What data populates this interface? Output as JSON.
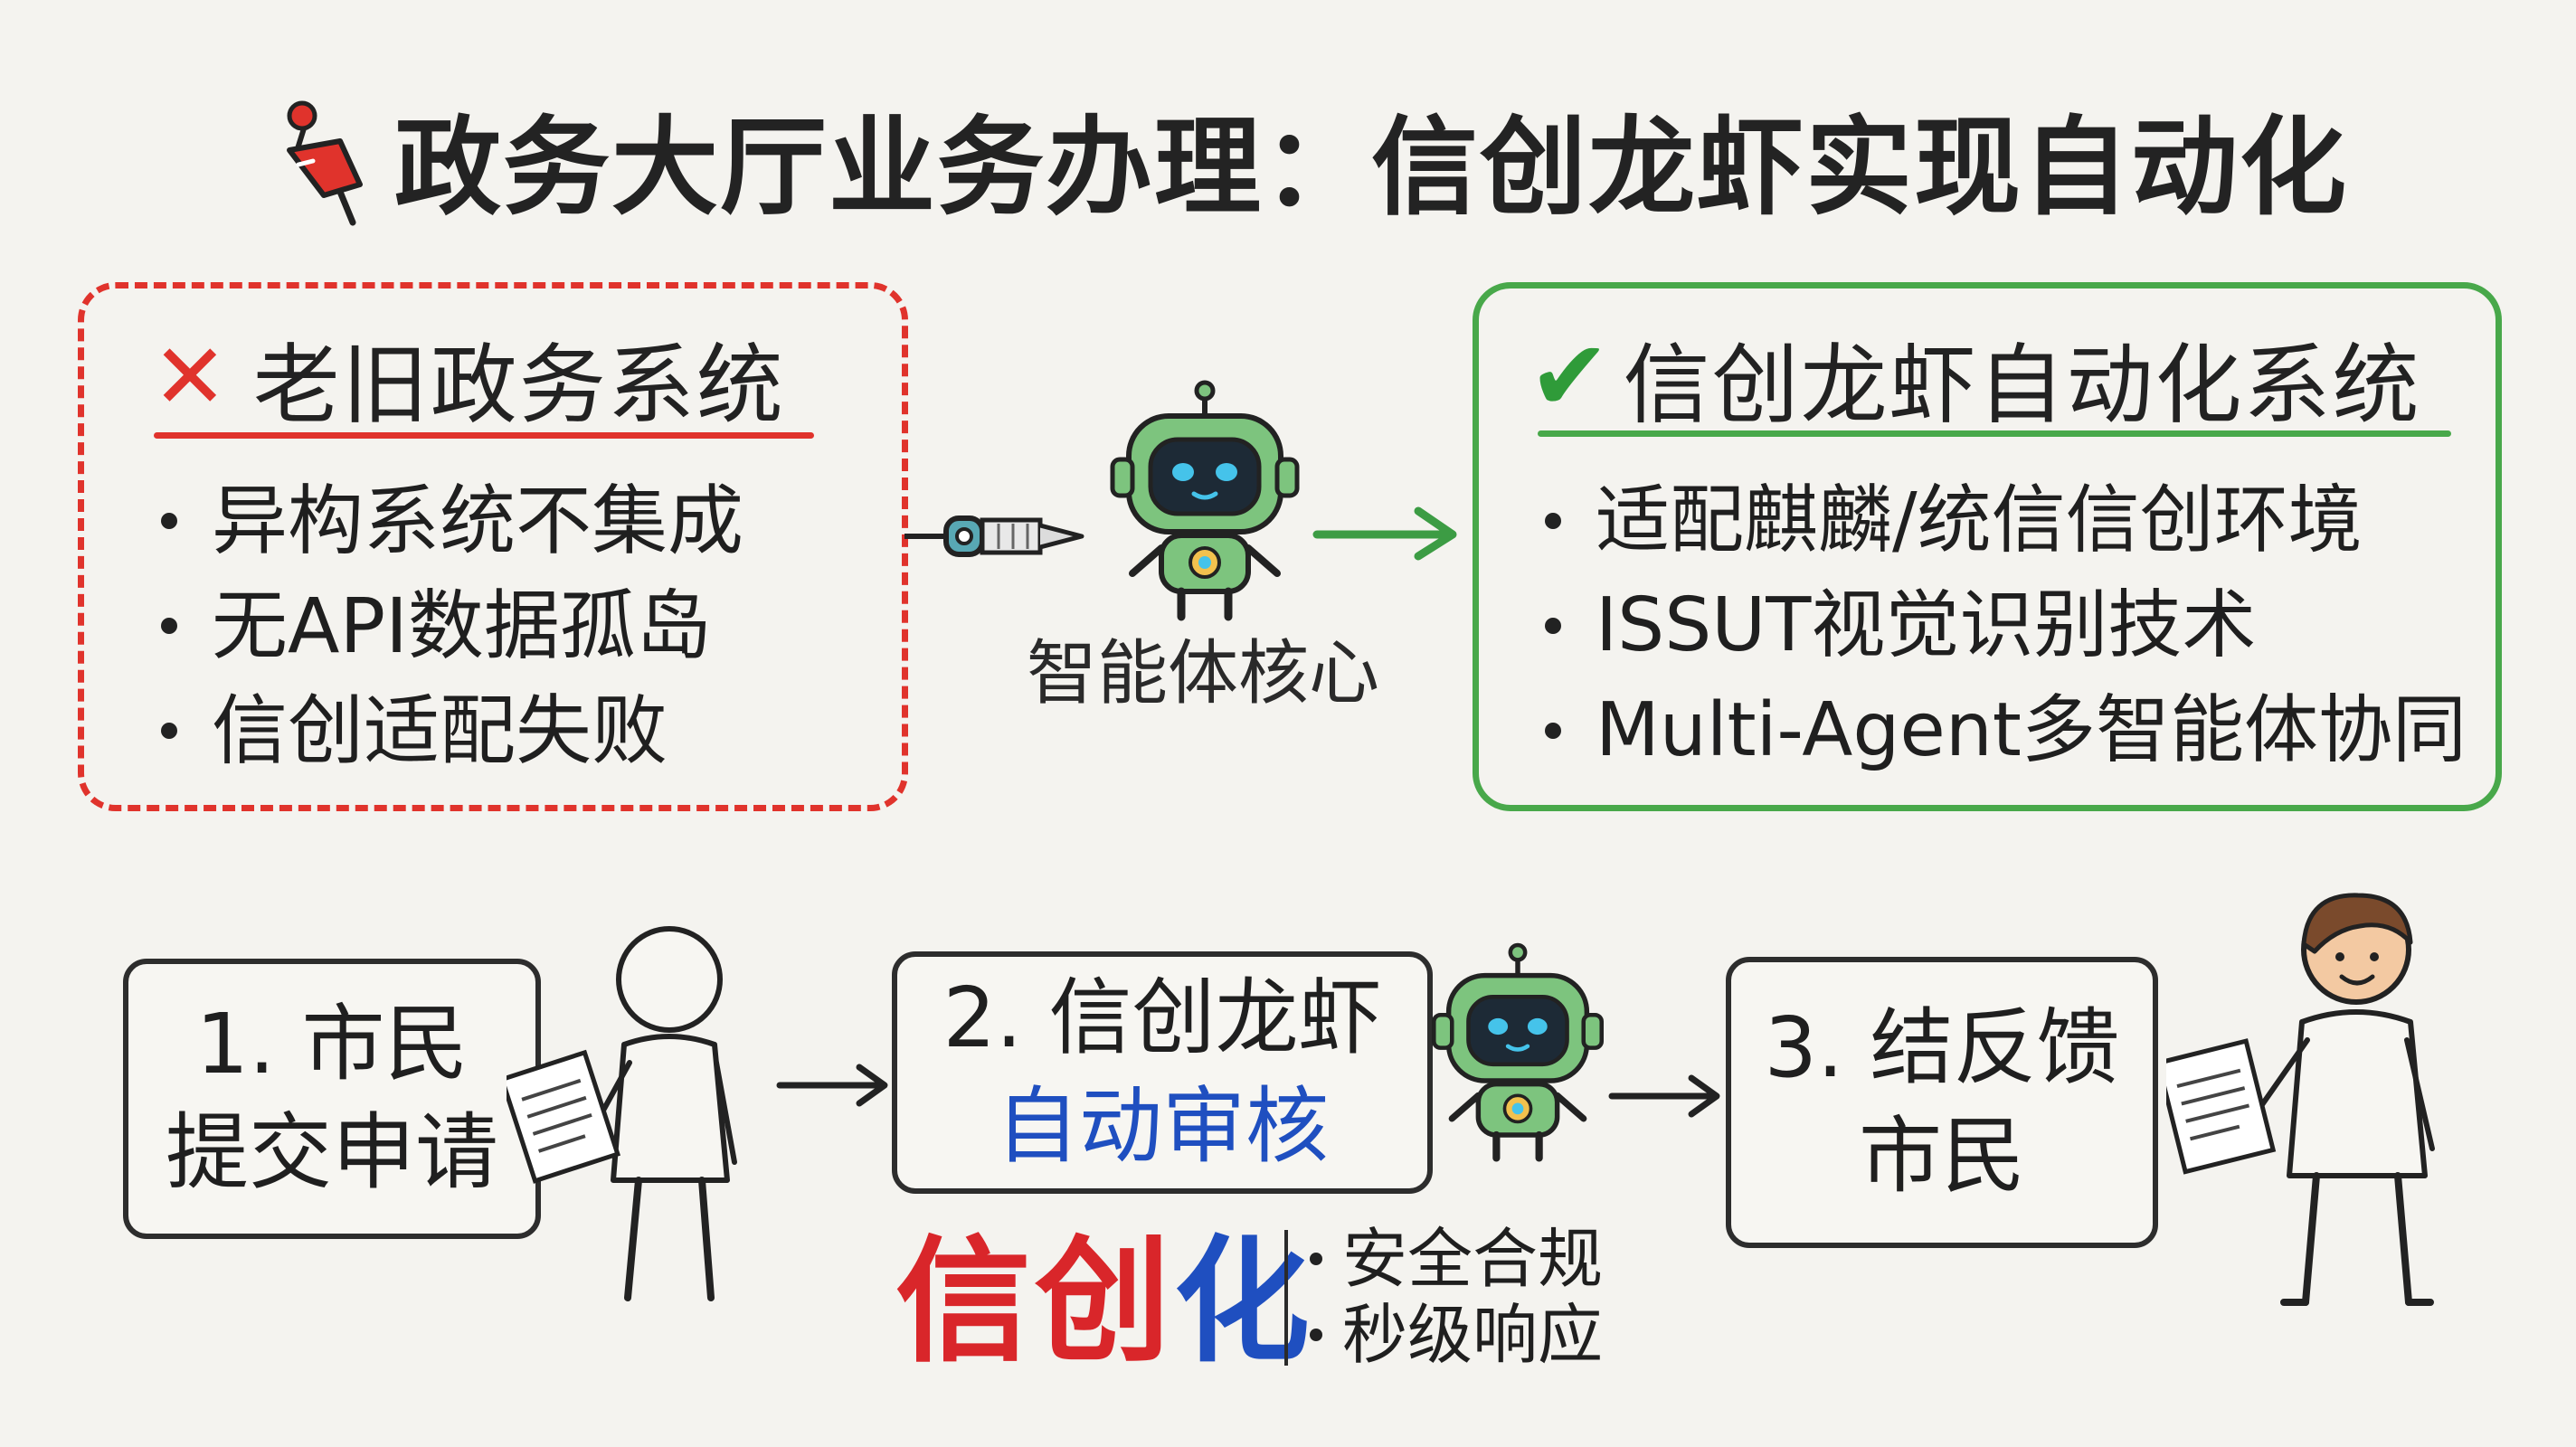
{
  "title": "政务大厅业务办理：信创龙虾实现自动化",
  "old_system": {
    "heading": "老旧政务系统",
    "items": [
      "异构系统不集成",
      "无API数据孤岛",
      "信创适配失败"
    ]
  },
  "core": {
    "label": "智能体核心"
  },
  "new_system": {
    "heading": "信创龙虾自动化系统",
    "items": [
      "适配麒麟/统信信创环境",
      "ISSUT视觉识别技术",
      "Multi-Agent多智能体协同"
    ]
  },
  "flow": {
    "step1": {
      "line1": "1. 市民",
      "line2": "提交申请"
    },
    "step2": {
      "line1": "2. 信创龙虾",
      "line2": "自动审核"
    },
    "step3": {
      "line1": "3. 结反馈",
      "line2": "市民"
    }
  },
  "footer": {
    "big_part1": "信创",
    "big_part2": "化",
    "items": [
      "安全合规",
      "秒级响应"
    ]
  },
  "colors": {
    "old_accent": "#e0332c",
    "new_accent": "#48a84a",
    "robot_body": "#7dc47e",
    "blue_text": "#1f4fc0"
  }
}
